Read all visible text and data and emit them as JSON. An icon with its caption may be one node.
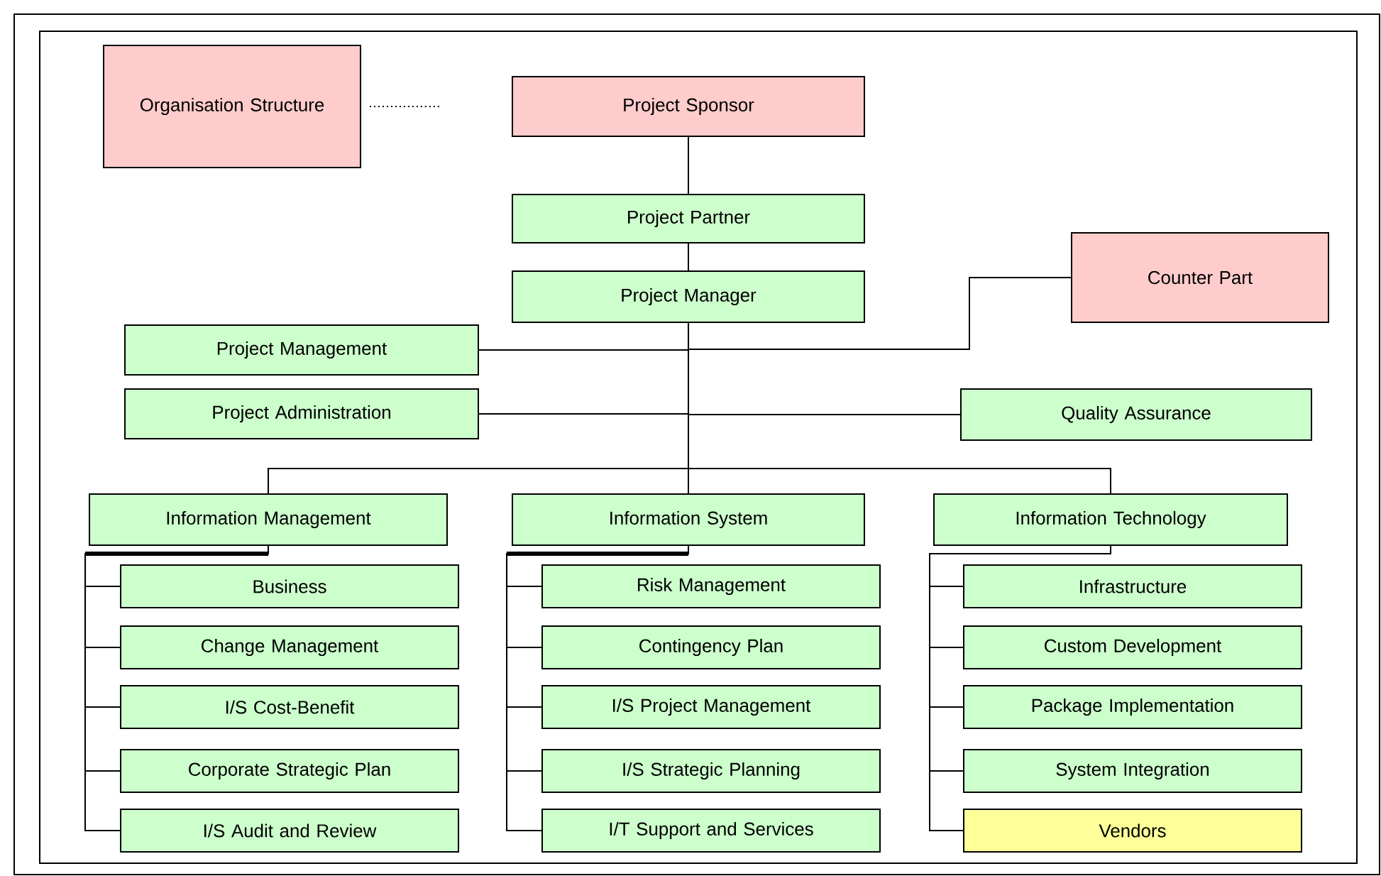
{
  "diagram": {
    "nodes": [
      {
        "text": [
          "Organisation Structure"
        ]
      },
      {
        "text": [
          "Project Sponsor"
        ]
      },
      {
        "text": [
          "Project Partner"
        ]
      },
      {
        "text": [
          "Project Manager"
        ]
      },
      {
        "text": [
          "Counter Part"
        ]
      },
      {
        "text": [
          "Project Management"
        ]
      },
      {
        "text": [
          "Project Administration"
        ]
      },
      {
        "text": [
          "Quality Assurance"
        ]
      },
      {
        "text": [
          "Information Management"
        ]
      },
      {
        "text": [
          "Information System"
        ]
      },
      {
        "text": [
          "Information Technology"
        ]
      },
      {
        "text": [
          "Business"
        ]
      },
      {
        "text": [
          "Change Management"
        ]
      },
      {
        "text": [
          "I/S Cost-Benefit"
        ]
      },
      {
        "text": [
          "Corporate Strategic Plan"
        ]
      },
      {
        "text": [
          "I/S Audit and Review"
        ]
      },
      {
        "text": [
          "Risk Management"
        ]
      },
      {
        "text": [
          "Contingency Plan"
        ]
      },
      {
        "text": [
          "I/S Project Management"
        ]
      },
      {
        "text": [
          "I/S Strategic Planning"
        ]
      },
      {
        "text": [
          "I/T Support and Services"
        ]
      },
      {
        "text": [
          "Infrastructure"
        ]
      },
      {
        "text": [
          "Custom Development"
        ]
      },
      {
        "text": [
          "Package Implementation"
        ]
      },
      {
        "text": [
          "System Integration"
        ]
      },
      {
        "text": [
          "Vendors"
        ]
      }
    ],
    "edges": [
      {
        "from": 0,
        "to": 1,
        "arrow": "none",
        "style": "dashed"
      },
      {
        "from": 1,
        "to": 2,
        "arrow": "none"
      },
      {
        "from": 2,
        "to": 3,
        "arrow": "none"
      },
      {
        "from": 3,
        "to": 5,
        "arrow": "none"
      },
      {
        "from": 3,
        "to": 4,
        "arrow": "none"
      },
      {
        "from": 3,
        "to": 6,
        "arrow": "none"
      },
      {
        "from": 3,
        "to": 7,
        "arrow": "none"
      },
      {
        "from": 3,
        "to": 8,
        "arrow": "none"
      },
      {
        "from": 3,
        "to": 9,
        "arrow": "none"
      },
      {
        "from": 3,
        "to": 10,
        "arrow": "none"
      },
      {
        "from": 8,
        "to": 11,
        "arrow": "none"
      },
      {
        "from": 8,
        "to": 12,
        "arrow": "none"
      },
      {
        "from": 8,
        "to": 13,
        "arrow": "none"
      },
      {
        "from": 8,
        "to": 14,
        "arrow": "none"
      },
      {
        "from": 8,
        "to": 15,
        "arrow": "none"
      },
      {
        "from": 9,
        "to": 16,
        "arrow": "none"
      },
      {
        "from": 9,
        "to": 17,
        "arrow": "none"
      },
      {
        "from": 9,
        "to": 18,
        "arrow": "none"
      },
      {
        "from": 9,
        "to": 19,
        "arrow": "none"
      },
      {
        "from": 9,
        "to": 20,
        "arrow": "none"
      },
      {
        "from": 10,
        "to": 21,
        "arrow": "none"
      },
      {
        "from": 10,
        "to": 22,
        "arrow": "none"
      },
      {
        "from": 10,
        "to": 23,
        "arrow": "none"
      },
      {
        "from": 10,
        "to": 24,
        "arrow": "none"
      },
      {
        "from": 10,
        "to": 25,
        "arrow": "none"
      }
    ]
  }
}
